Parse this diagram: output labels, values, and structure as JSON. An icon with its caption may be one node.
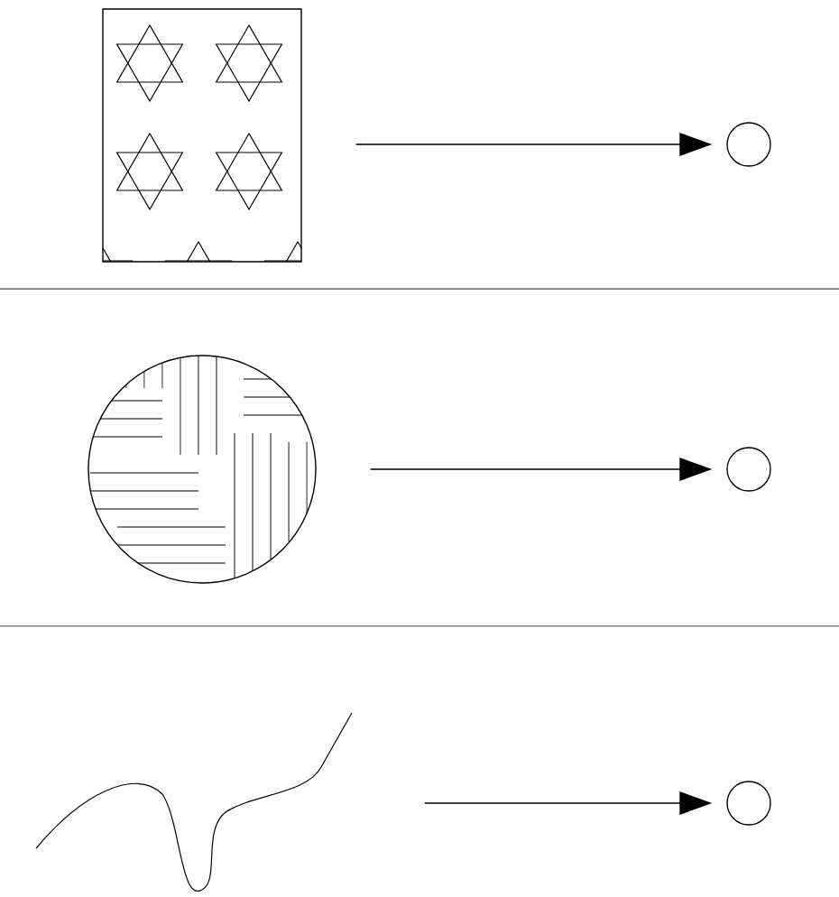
{
  "diagram": {
    "nodes": [
      {
        "text": [],
        "shape": "box"
      },
      {
        "text": [],
        "shape": "circle"
      },
      {
        "text": [],
        "shape": "circle"
      },
      {
        "text": [],
        "shape": "circle"
      },
      {
        "text": [],
        "shape": "curve"
      },
      {
        "text": [],
        "shape": "circle"
      }
    ],
    "edges": [
      {
        "from": 0,
        "to": 1,
        "arrow": "to"
      },
      {
        "from": 2,
        "to": 3,
        "arrow": "to"
      },
      {
        "from": 4,
        "to": 5,
        "arrow": "to"
      }
    ]
  }
}
